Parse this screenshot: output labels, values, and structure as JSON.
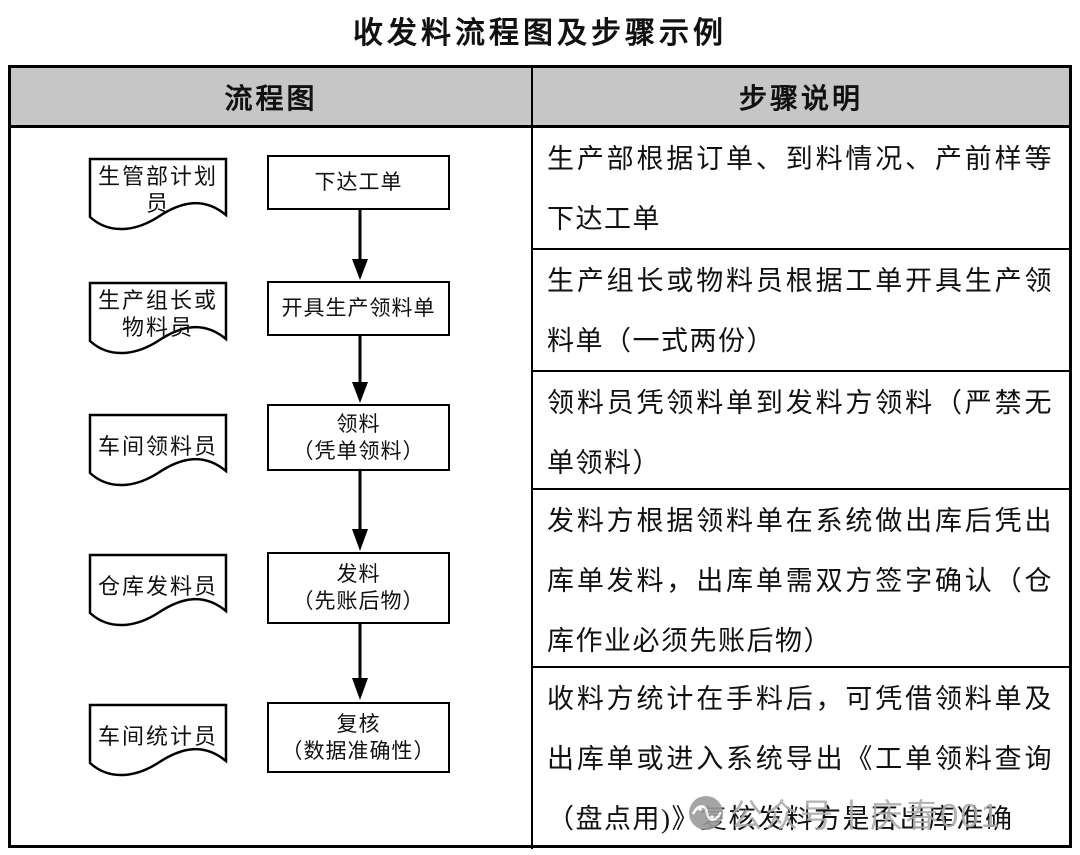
{
  "title": "收发料流程图及步骤示例",
  "header": {
    "col1": "流程图",
    "col2": "步骤说明"
  },
  "flow": {
    "nodes": [
      {
        "role": "生管部计划员",
        "box1": "下达工单",
        "box2": ""
      },
      {
        "role": "生产组长或物料员",
        "box1": "开具生产领料单",
        "box2": ""
      },
      {
        "role": "车间领料员",
        "box1": "领料",
        "box2": "（凭单领料）"
      },
      {
        "role": "仓库发料员",
        "box1": "发料",
        "box2": "（先账后物）"
      },
      {
        "role": "车间统计员",
        "box1": "复核",
        "box2": "（数据准确性）"
      }
    ]
  },
  "steps": [
    {
      "text": "生产部根据订单、到料情况、产前样等下达工单"
    },
    {
      "text": "生产组长或物料员根据工单开具生产领料单（一式两份）"
    },
    {
      "text": "领料员凭领料单到发料方领料（严禁无单领料）"
    },
    {
      "text": "发料方根据领料单在系统做出库后凭出库单发料，出库单需双方签字确认（仓库作业必须先账后物）"
    },
    {
      "text": "收料方统计在手料后，可凭借领料单及出库单或进入系统导出《工单领料查询（盘点用)》复核发料方是否出库准确"
    }
  ],
  "watermark": {
    "label": "公众号丨庆春001"
  },
  "colors": {
    "header_bg": "#c6c6c6",
    "border": "#000000",
    "watermark_text": "#ababab",
    "watermark_logo": "#9b9b9b"
  }
}
